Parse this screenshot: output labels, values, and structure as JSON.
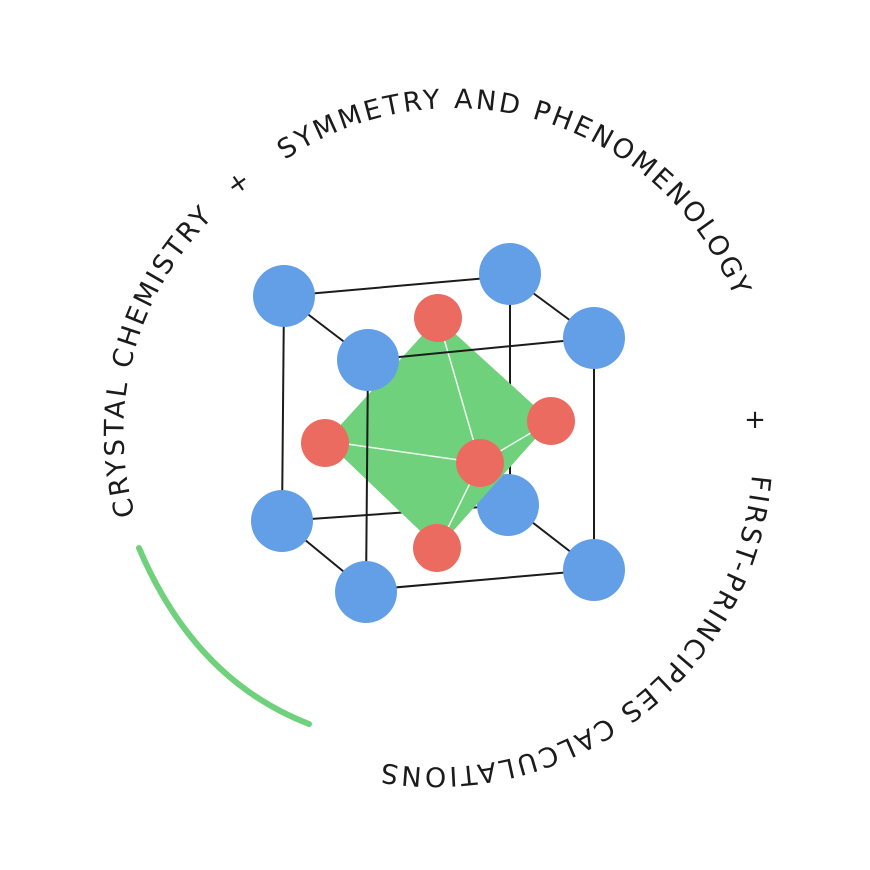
{
  "ring": {
    "crystal": "CRYSTAL CHEMISTRY",
    "symmetry": "SYMMETRY AND PHENOMENOLOGY",
    "first_principles": "FIRST-PRINCIPLES CALCULATIONS",
    "separator": "+"
  },
  "colors": {
    "corner_atom": "#629fe6",
    "face_atom": "#ec6b61",
    "octahedron": "#6fd17b",
    "accent_arc": "#6fd17b",
    "edges": "#1b1b1b"
  }
}
